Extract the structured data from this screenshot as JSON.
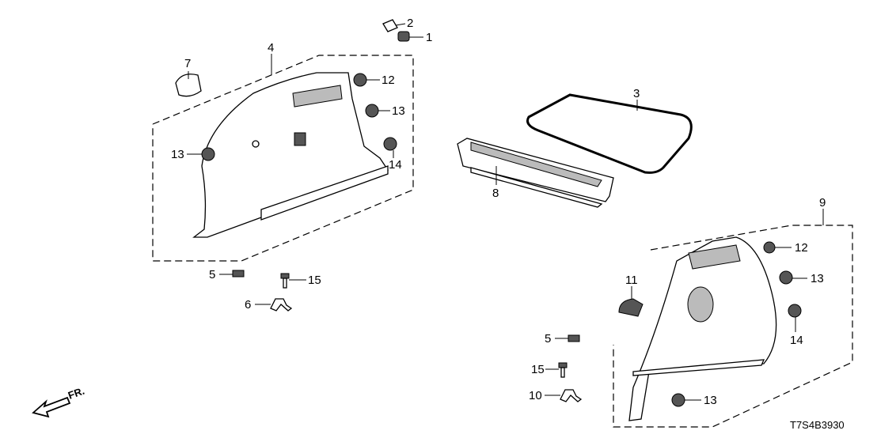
{
  "diagram": {
    "code": "T7S4B3930",
    "front_marker": "FR.",
    "callouts": {
      "c1": "1",
      "c2": "2",
      "c3": "3",
      "c4": "4",
      "c5a": "5",
      "c5b": "5",
      "c6": "6",
      "c7": "7",
      "c8": "8",
      "c9": "9",
      "c10": "10",
      "c11": "11",
      "c12a": "12",
      "c12b": "12",
      "c13a": "13",
      "c13b": "13",
      "c13c": "13",
      "c13d": "13",
      "c14a": "14",
      "c14b": "14",
      "c15a": "15",
      "c15b": "15"
    }
  }
}
